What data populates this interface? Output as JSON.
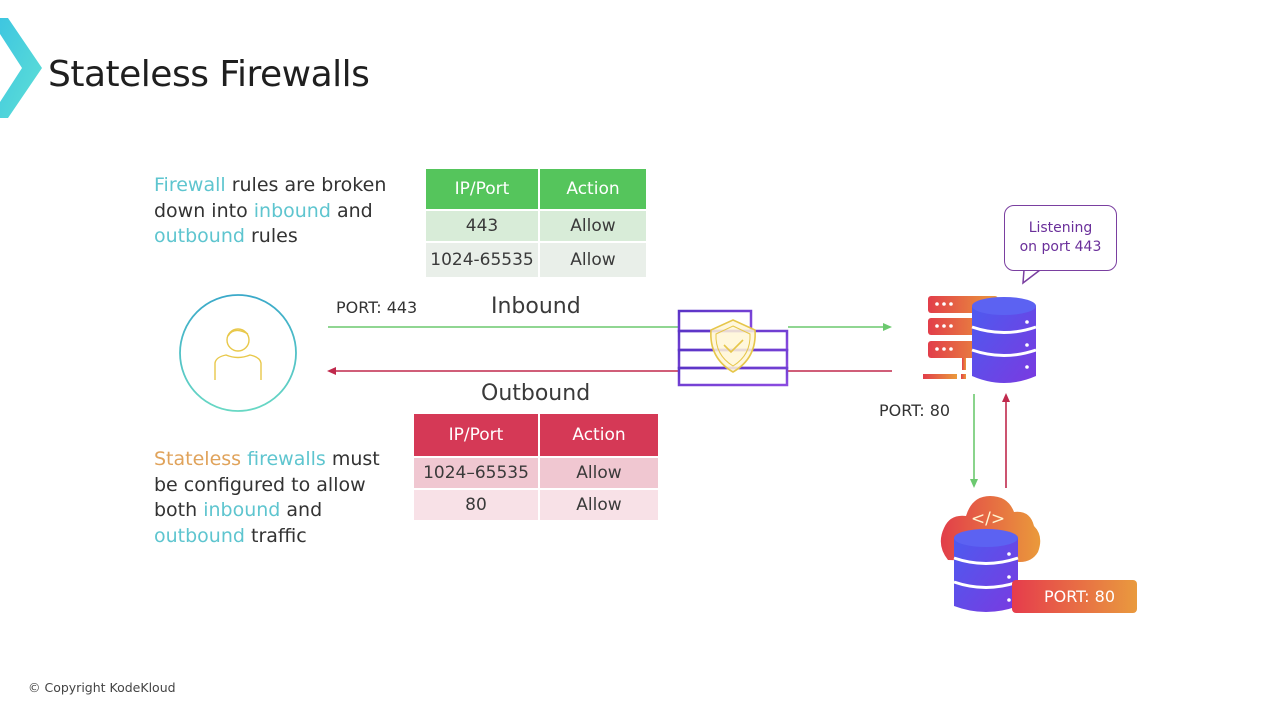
{
  "title": "Stateless Firewalls",
  "intro_text": {
    "segments": [
      {
        "text": "Firewall",
        "highlight": "teal"
      },
      {
        "text": " rules are broken down into ",
        "highlight": "none"
      },
      {
        "text": "inbound",
        "highlight": "teal"
      },
      {
        "text": " and ",
        "highlight": "none"
      },
      {
        "text": "outbound",
        "highlight": "teal"
      },
      {
        "text": " rules",
        "highlight": "none"
      }
    ]
  },
  "note_text": {
    "segments": [
      {
        "text": "Stateless",
        "highlight": "orange"
      },
      {
        "text": " ",
        "highlight": "none"
      },
      {
        "text": "firewalls",
        "highlight": "teal"
      },
      {
        "text": " must be configured to allow both ",
        "highlight": "none"
      },
      {
        "text": "inbound",
        "highlight": "teal"
      },
      {
        "text": " and ",
        "highlight": "none"
      },
      {
        "text": "outbound",
        "highlight": "teal"
      },
      {
        "text": " traffic",
        "highlight": "none"
      }
    ]
  },
  "inbound_table": {
    "headers": [
      "IP/Port",
      "Action"
    ],
    "rows": [
      [
        "443",
        "Allow"
      ],
      [
        "1024-65535",
        "Allow"
      ]
    ]
  },
  "outbound_table": {
    "headers": [
      "IP/Port",
      "Action"
    ],
    "rows": [
      [
        "1024–65535",
        "Allow"
      ],
      [
        "80",
        "Allow"
      ]
    ]
  },
  "diagram": {
    "client_port_label": "PORT: 443",
    "inbound_label": "Inbound",
    "outbound_label": "Outbound",
    "server_port_label": "PORT: 80",
    "server_bubble_line1": "Listening",
    "server_bubble_line2": "on port 443",
    "backend_port_badge": "PORT: 80",
    "backend_code_glyph": "</>",
    "icons": {
      "client": "user-icon",
      "firewall": "firewall-shield-icon",
      "server": "server-database-icon",
      "backend": "cloud-database-icon"
    },
    "colors": {
      "inbound": "#55c55c",
      "outbound": "#c0294c",
      "firewall": "#6b35c9",
      "teal": "#5ec5cf"
    }
  },
  "footer": {
    "copyright": "© Copyright KodeKloud"
  }
}
